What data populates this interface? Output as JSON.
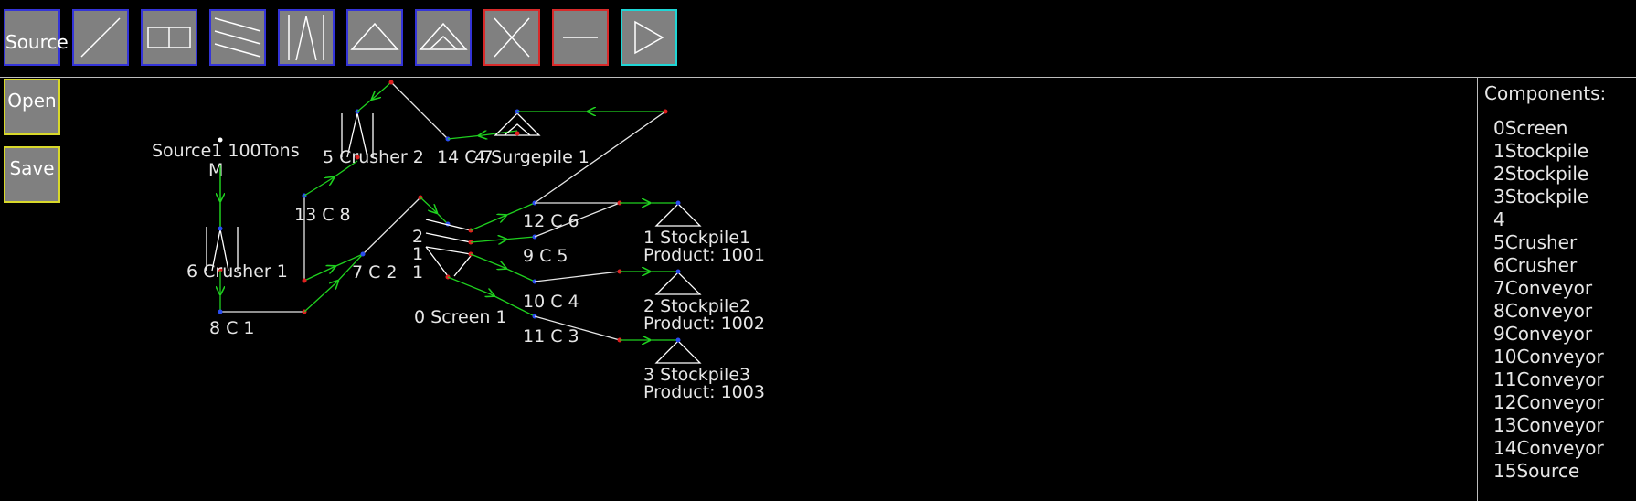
{
  "toolbar": {
    "buttons": [
      {
        "id": "source",
        "label": "Source",
        "icon": "source-text"
      },
      {
        "id": "conveyor",
        "icon": "diagonal-line-icon"
      },
      {
        "id": "screen",
        "icon": "screen-rect-icon"
      },
      {
        "id": "multi-deck",
        "icon": "multi-line-icon"
      },
      {
        "id": "crusher",
        "icon": "crusher-icon"
      },
      {
        "id": "stockpile",
        "icon": "triangle-icon"
      },
      {
        "id": "surgepile",
        "icon": "surgepile-icon"
      },
      {
        "id": "delete",
        "icon": "x-icon"
      },
      {
        "id": "minus",
        "icon": "minus-icon"
      },
      {
        "id": "run",
        "icon": "play-icon"
      }
    ]
  },
  "sidebar": {
    "open_label": "Open",
    "save_label": "Save"
  },
  "diagram": {
    "source_label": "Source1 100Tons",
    "source_m": "M",
    "crusher1_label": "6 Crusher 1",
    "crusher2_label": "5 Crusher 2",
    "c1_label": "8 C 1",
    "c2_label": "7 C 2",
    "c3_label": "11 C 3",
    "c4_label": "10 C 4",
    "c5_label": "9 C 5",
    "c6_label": "12 C 6",
    "c7_label": "14 C 7",
    "c8_label": "13 C 8",
    "surgepile_label": "4 Surgepile 1",
    "screen_label": "0 Screen 1",
    "deck_labels": [
      "2",
      "1",
      "1"
    ],
    "stockpile1_label": "1 Stockpile1",
    "stockpile1_product": "Product: 1001",
    "stockpile2_label": "2 Stockpile2",
    "stockpile2_product": "Product: 1002",
    "stockpile3_label": "3 Stockpile3",
    "stockpile3_product": "Product: 1003"
  },
  "components": {
    "title": "Components:",
    "items": [
      "0Screen",
      "1Stockpile",
      "2Stockpile",
      "3Stockpile",
      "4",
      "5Crusher",
      "6Crusher",
      "7Conveyor",
      "8Conveyor",
      "9Conveyor",
      "10Conveyor",
      "11Conveyor",
      "12Conveyor",
      "13Conveyor",
      "14Conveyor",
      "15Source"
    ]
  },
  "colors": {
    "background": "#000000",
    "flow_line": "#1fd01f",
    "link_line": "#e6e6e6",
    "node_red": "#e02020",
    "node_blue": "#2a4df0",
    "button_border_blue": "#3434d8",
    "button_border_red": "#d82a2a",
    "button_border_cyan": "#1fd6d6",
    "button_border_yellow": "#d8d82a",
    "button_fill": "#808080"
  }
}
